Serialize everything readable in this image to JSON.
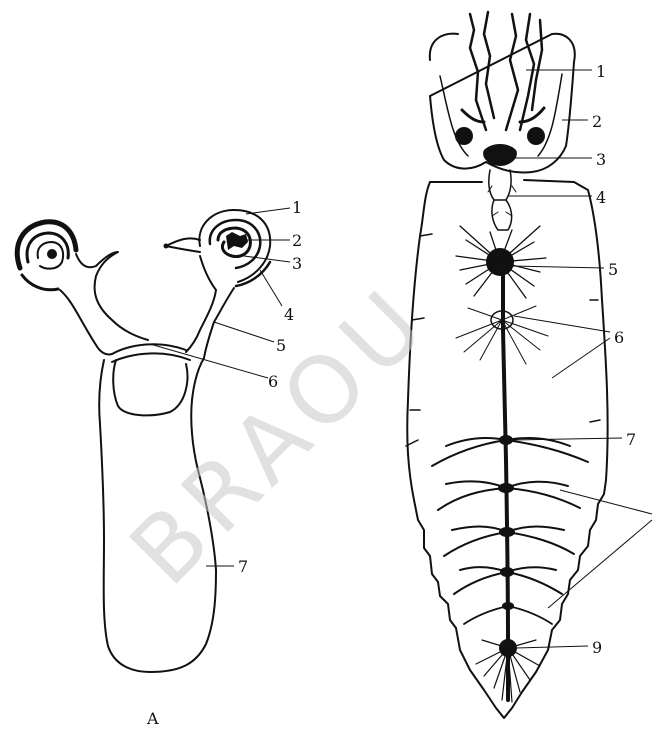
{
  "figure": {
    "panel_a": {
      "caption": "A",
      "labels": [
        "1",
        "2",
        "3",
        "4",
        "5",
        "6",
        "7"
      ]
    },
    "panel_b": {
      "labels": [
        "1",
        "2",
        "3",
        "4",
        "5",
        "6",
        "7",
        "9"
      ]
    },
    "watermark": "BRAOU"
  }
}
